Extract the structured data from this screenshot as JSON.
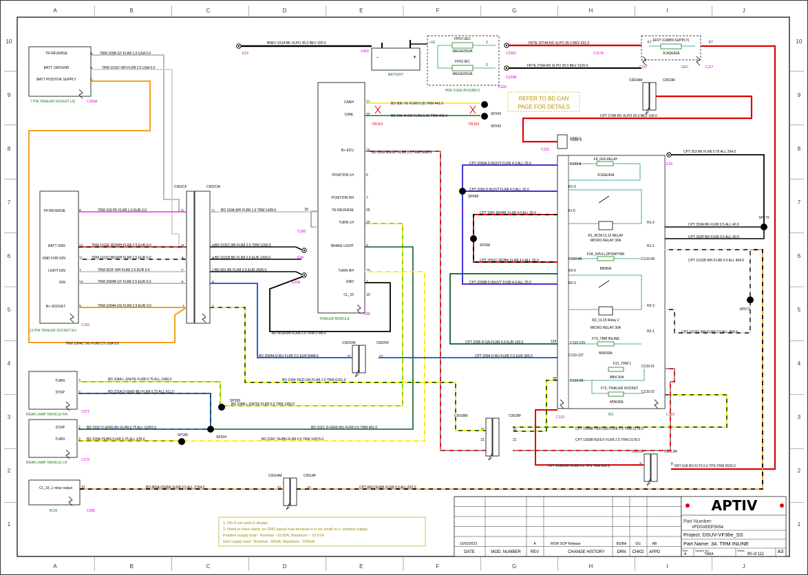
{
  "frame": {
    "cols": [
      "A",
      "B",
      "C",
      "D",
      "E",
      "F",
      "G",
      "H",
      "I",
      "J"
    ],
    "rows": [
      "10",
      "9",
      "8",
      "7",
      "6",
      "5",
      "4",
      "3",
      "2",
      "1"
    ]
  },
  "components": {
    "socket7": {
      "pins": [
        "TR REVERSE",
        "BATT. GROUND",
        "BATT POSITIVE SUPPLY"
      ],
      "pin_ids": [
        "A",
        "B",
        "G"
      ],
      "title": "7 PIN TRAILER SOCKET US",
      "conn": "C169A"
    },
    "socket13": {
      "pins": [
        "TR REVERSE",
        "BATT GND",
        "GND FOR IGN",
        "LIGHT IGN",
        "IGN",
        "B+ SOCKET"
      ],
      "pin_nums": [
        "8",
        "13",
        "11",
        "7",
        "10",
        "9"
      ],
      "title": "13 PIN TRAILER SOCKET EU",
      "conn": "C169"
    },
    "trailer_module": {
      "pins": [
        "CANH",
        "CANL",
        "B+ ECU",
        "POSITION LH",
        "POSITION RH",
        "TR REVERSE",
        "TURN LH",
        "BRAKE LIGHT",
        "TURN RH",
        "GND",
        "CL_15"
      ],
      "pin_nums": [
        "21",
        "22",
        "16",
        "6",
        "7",
        "25",
        "20",
        "9",
        "19",
        "1",
        "10"
      ],
      "title": "TRAILER MODULE",
      "conn": "C168"
    },
    "rear_rh": {
      "pins": [
        "TURN",
        "STOP"
      ],
      "pin_nums": [
        "3",
        "2"
      ],
      "title": "REAR LAMP VEHICLE RH",
      "conn": "C271"
    },
    "rear_lh": {
      "pins": [
        "STOP",
        "TURN"
      ],
      "pin_nums": [
        "2",
        "3"
      ],
      "title": "REAR LAMP VEHICLE LH",
      "conn": "C273"
    },
    "bcm": {
      "label": "CL_15_1 relay output",
      "pin": "31",
      "title": "BCM",
      "conn": "C20E"
    },
    "battery": {
      "title": "BATTERY",
      "conn": "C410",
      "plus": "+",
      "minus": "-"
    },
    "prefuse": {
      "title": "PRE FUSE BOX(BEV)",
      "f1": "FP03 UEC",
      "f1r": "MEGA200JA",
      "f2": "FP02 IEC",
      "f2r": "MEGA200JA",
      "ve": "+VE",
      "pin1": "1",
      "pin2": "2"
    },
    "ef07": {
      "name": "EF07 (CABIN SUPPLY)",
      "rating": "JCASE60A",
      "f7a": "F7",
      "f7b": "F7",
      "uec": "UEC",
      "c1": "C117",
      "c2": "C117"
    },
    "relaybox": {
      "conn": "C133",
      "f8": "F8_IGN RELAY",
      "f8r": "JCASE40A",
      "r1": "R1_RCM CL15 RELAY",
      "r1t": "MICRO RELAY 30A",
      "f34": "F34_SHVLLJ/PSM/TRM",
      "f34r": "MINI5A",
      "r2": "R2_CL15 Relay 2",
      "r2t": "MICRO RELAY 30A",
      "f73": "F73_TRM INLINE",
      "f73r": "MINI30A",
      "f21": "F21_TRM 1",
      "f21r": "MINI 30A",
      "f72": "F72_TRAILER SOCKET",
      "f72r": "MINI30A",
      "iec": "IEC",
      "left_pins": [
        "C222-1",
        "C133-8",
        "R1-3",
        "R1-5",
        "R1-5",
        "C133-48",
        "R2-5",
        "R2-3",
        "129",
        "C133-137",
        "C133-129",
        "28",
        "C133-28"
      ],
      "right_pins": [
        "R1-2",
        "R1-1",
        "C133-58",
        "R2-2",
        "R2-1",
        "C133-21",
        "C133-22"
      ]
    }
  },
  "connectors": {
    "c002cf": "C002CF",
    "c002cm": "C002CM",
    "c002am": "C002AM",
    "c002af": "C002AF",
    "c003vm": "C003VM",
    "c003vf": "C003VF",
    "c001bm": "C001BM",
    "c001bf": "C001BF",
    "c001jf": "C001JF",
    "c001jm": "C001JM",
    "c001am": "C001AM",
    "c001af": "C001AF",
    "c222": "C222",
    "c226": "C226",
    "c226b": "C226B",
    "c226c": "C226C",
    "c117a": "C117A"
  },
  "splices": [
    "SP243",
    "SP242",
    "SP668",
    "SP208",
    "SP179",
    "SP671",
    "SP289",
    "SP180",
    "SP204"
  ],
  "grounds": [
    "E14",
    "E18",
    "E34",
    "E35A"
  ],
  "twists": [
    "TW163",
    "TW163"
  ],
  "wires": {
    "w1": "TRM  150B  GY  FLR8  1.0  USA  0.0",
    "w2": "TRM  1011F  WH  FLR8  2.5  USA  0.0",
    "w3": "TRM  150  PK  FLR8  1.0  EUR  0.0",
    "w4": "TRM  1011E  RD/WH  FLR8  2.5  EUR  0.0",
    "w5": "TRM  1011D  BK/WH  FLR8  2.5  EUR  0.0",
    "w6": "TRM  901F  WH  FLR8  2.5  EUR  0.0",
    "w7": "TRM  2094B  GY  FLR8  2.5  EUR  0.0",
    "w8": "TRM  1004A  OG  FLR8  2.5  EUR  0.0",
    "w9": "TRM  1004C  OG  FLR8  2.5  USA  0.0",
    "w10": "BD  150A  WH  FLR8  1.0  TRM  1428.0",
    "w11": "BD  1011C  BK  FLR8  2.5  TRM  1200.0",
    "w12": "BD  1011B  BK  FLR8  2.5  EUR  1200.0",
    "w13": "BD  901  BK  FLR8  2.5  EUR  2826.0",
    "w14": "BD  901A  BK  FLR8  2.5  TRM  1789.0",
    "w15": "BNEV  531A  BK  XLPO  35.0  BEV  320.0",
    "w16": "FRTE  2074A  RD  XLPO  35.0  BEV  631.0",
    "w17": "FRTE  279A  RD  XLPO  25.0  BEV  3126.0",
    "w18": "CPT  279B  RD  XLPO  25.0  BEV  190.0",
    "w19": "BD  90K  YE  FLR8  0.35  TRM  441.0",
    "w20": "BD  94K  D-GN  FLR8  0.35  TRM  441.0",
    "w21": "BD  1003  RD/GY  FLR8  2.5  TRM  5066.0",
    "w22": "CPT  2090A  D-BU/VT  FLR8  4.0  ALL  25.0",
    "w23": "CPT  2090  D-BU/VT  FLR8  4.0  ALL  25.0",
    "w24": "CPT  2091  RD/BK  FLR8  4.0  ALL  25.0",
    "w25": "CPT  2091C  RD/BK  FLR8  4.0  ALL  25.0",
    "w26": "CPT  2090B  D-BU/VT  FLR8  4.0  ALL  25.0",
    "w27": "CPT  353  BK  FLR8  0.75  ALL  294.0",
    "w28": "CPT  353A  BK  FLR8  0.5  ALL  40.0",
    "w29": "CPT  353P  BK  FLR8  0.5  ALL  40.0",
    "w30": "CPT  1012B  WH  FLR8  0.5  ALL  464.0",
    "w31": "CPT  1012G  WH  FLR8  0.5  ALL  464.0",
    "w32": "CPT  2095  D-GN  FLR8  4.0  EUR  100.0",
    "w33": "BD  2094A  D-BU  FLR8  2.5  EUR  8448.0",
    "w34": "CPT  2094  D-BU  FLR8  2.5  EUR  366.0",
    "w35": "BD  1004  YE/D-GN  FLR8  2.5  TRM  6101.0",
    "w36": "BD  234A  L-GN/YE  FLR8  0.75  ALL  1069.0",
    "w37": "BD  234B  L-GN/YE  FLR8  0.5  TRM  1360.0",
    "w38": "BD  231A  D-GN/D-BU  FLR8  0.75  ALL  611.0",
    "w39": "BD  231F  D-GN/D-BU  FLR8  0.75  ALL  11052.0",
    "w40": "BD  231C  D-GN/D-BU  FLR8  0.5  TRM  401.0",
    "w41": "BD  229A  YE/BN  FLR8  0.75  ALL  478.0",
    "w42": "BD  229C  YE/BN  FLR8  0.5  TRM  10576.0",
    "w43": "CPT  1004B  YE/D-GN  FLR8  2.5  TRM  2178.0",
    "w44": "CPT  1003B  RD/GY  FLR8  2.5  TRM  2178.0",
    "w45": "CPT  918A  RD  FLR8  6.0  TPS  TRM  852.0",
    "w46": "FRT  918  RD  FLT3  6.0  TPS  TRM  2623.0",
    "w47": "BD  860A  OG/BK  FLR8  0.5  ALL  2794.0",
    "w48": "CPT  860  OG/BK  FLR8  0.5  ALL  832.0"
  },
  "refer_note": [
    "REFER TO BD CAN",
    "PAGE FOR DETAILS"
  ],
  "notes": [
    "1. Pin 8 not used in design.",
    "2. Need to have clarity on GND signal load because it is too small w.r.t. positive supply.",
    "Positive supply load:- Nominal :-15.50A, Maximum :- 20.57A",
    "Gnd supply load:- Nominal :-60mA, Maximum :-100mA"
  ],
  "title_block": {
    "logo": "APTIV",
    "part_number_label": "Part Number:",
    "part_number": "VFDSXEEPS054",
    "project": "Project: DSUV-VF36e_SS",
    "part_name": "Part Name: 34. TRM INLINE",
    "rev_date": "10/02/2023",
    "rev_letter": "A",
    "rev_desc": "ROW SOP Release",
    "drn": "BS/BA",
    "chkd": "GG",
    "appd": "AB",
    "headers": [
      "DATE",
      "MOD. NUMBER",
      "REV",
      "CHANGE HISTORY",
      "DRN",
      "CHKD",
      "APPD"
    ],
    "rev_label": "Rev:",
    "rev_val": "A",
    "sys_label": "System No:",
    "sys_val": "TM0A",
    "sheet_label": "Sheet:",
    "sheet_val": "90 of 111",
    "size": "A3"
  }
}
